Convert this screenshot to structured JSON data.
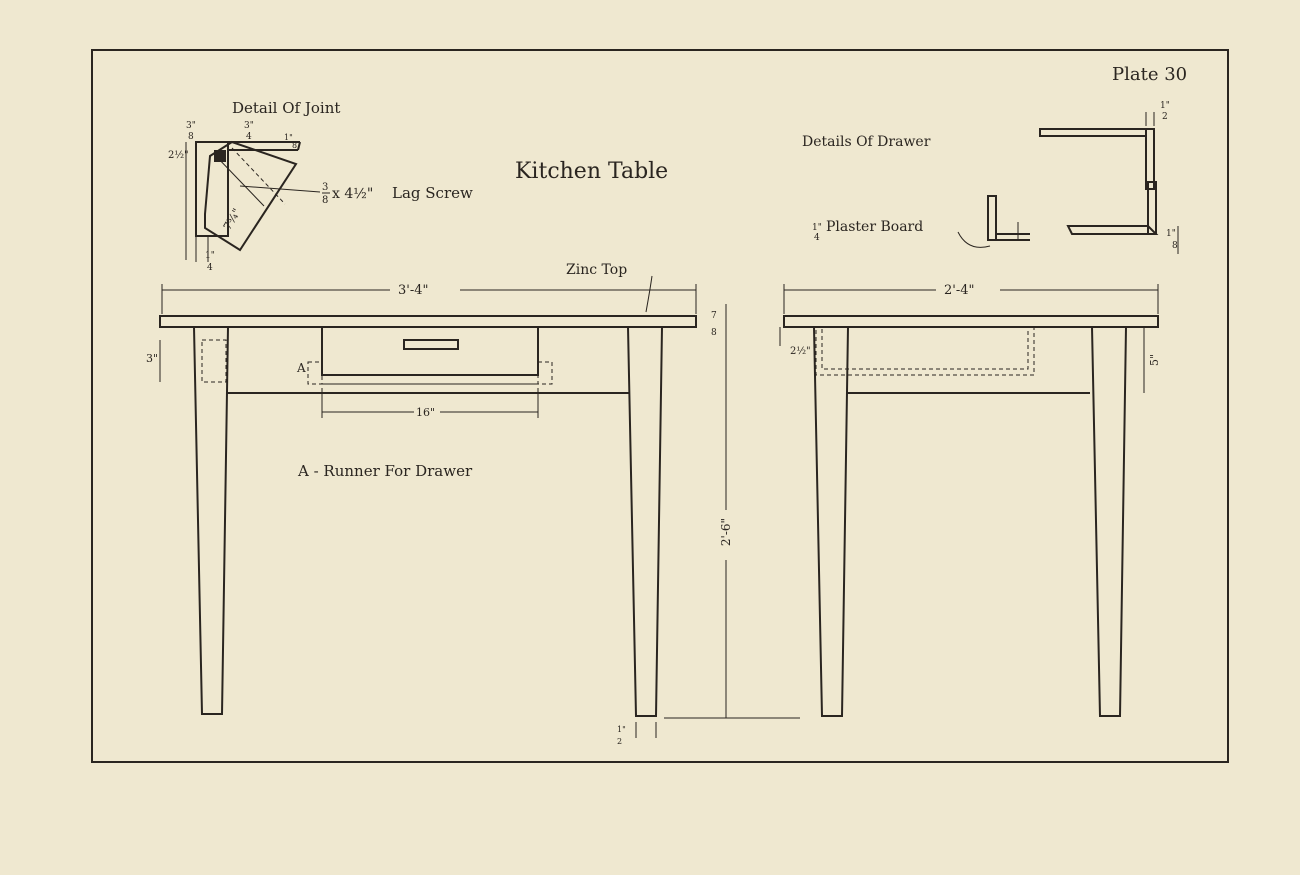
{
  "plate": "Plate 30",
  "title": "Kitchen Table",
  "joint": {
    "heading": "Detail Of Joint",
    "dim_top_left": "3\"",
    "dim_top_left_den": "8",
    "dim_top_right": "3\"",
    "dim_top_right_den": "4",
    "dim_side": "2½\"",
    "dim_diag": "7¾\"",
    "dim_small": "1\"",
    "dim_small_den": "8",
    "dim_bottom": "1\"",
    "dim_bottom_den": "4",
    "screw_label": "Lag Screw",
    "screw_frac_num": "3",
    "screw_frac_den": "8",
    "screw_size": "x 4½\""
  },
  "drawer_details": {
    "heading": "Details Of Drawer",
    "top_dim_num": "1\"",
    "top_dim_den": "2",
    "side_dim_num": "1\"",
    "side_dim_den": "8",
    "plaster_num": "1\"",
    "plaster_den": "4",
    "plaster_label": "Plaster Board"
  },
  "front_view": {
    "zinc_label": "Zinc Top",
    "width": "3'-4\"",
    "top_thick_num": "7",
    "top_thick_den": "8",
    "apron_dim": "3\"",
    "runner_marker": "A",
    "drawer_width": "16\"",
    "runner_note": "A - Runner For Drawer",
    "height": "2'-6\"",
    "leg_bottom_num": "1\"",
    "leg_bottom_den": "2"
  },
  "side_view": {
    "width": "2'-4\"",
    "drawer_depth": "2½\"",
    "apron_dim": "5\""
  }
}
